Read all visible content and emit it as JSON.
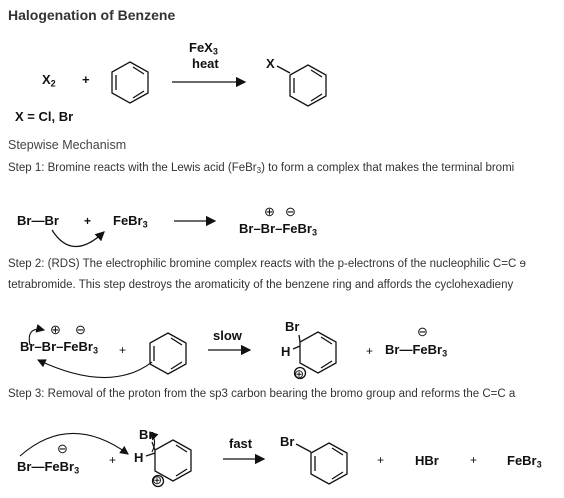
{
  "header": {
    "title": "Halogenation of Benzene"
  },
  "overall": {
    "x2": "X",
    "x2_sub": "2",
    "plus": "+",
    "catalyst": "FeX",
    "catalyst_sub": "3",
    "heat": "heat",
    "product_x": "X",
    "x_def": "X = Cl, Br"
  },
  "mechanism": {
    "heading": "Stepwise Mechanism",
    "step1_text": "Step 1: Bromine reacts with the Lewis acid (FeBr",
    "step1_sub": "3",
    "step1_text2": ") to form a complex that makes the terminal bromi",
    "step1": {
      "br_br": "Br—Br",
      "plus": "+",
      "febr": "FeBr",
      "febr_sub": "3",
      "complex": "Br–Br–FeBr",
      "complex_sub": "3",
      "plus_charge": "⊕",
      "minus_charge": "⊖"
    },
    "step2_line1": "Step 2: (RDS) The electrophilic bromine complex reacts with the p-electrons of the nucleophilic C=C ɘ",
    "step2_line2": "tetrabromide. This step destroys the aromaticity of the benzene ring and affords the cyclohexadieny",
    "step2": {
      "complex": "Br–Br–FeBr",
      "complex_sub": "3",
      "plus": "+",
      "slow": "slow",
      "br": "Br",
      "h": "H",
      "plus2": "+",
      "product": "Br—FeBr",
      "product_sub": "3",
      "plus_charge": "⊕",
      "minus_charge": "⊖"
    },
    "step3_text": "Step 3: Removal of the proton from the sp3 carbon bearing the bromo group and reforms the C=C a",
    "step3": {
      "reagent": "Br—FeBr",
      "reagent_sub": "3",
      "plus": "+",
      "br": "Br",
      "h": "H",
      "fast": "fast",
      "product_br": "Br",
      "plus2": "+",
      "hbr": "HBr",
      "plus3": "+",
      "febr": "FeBr",
      "febr_sub": "3",
      "plus_charge": "⊕",
      "minus_charge": "⊖"
    }
  }
}
